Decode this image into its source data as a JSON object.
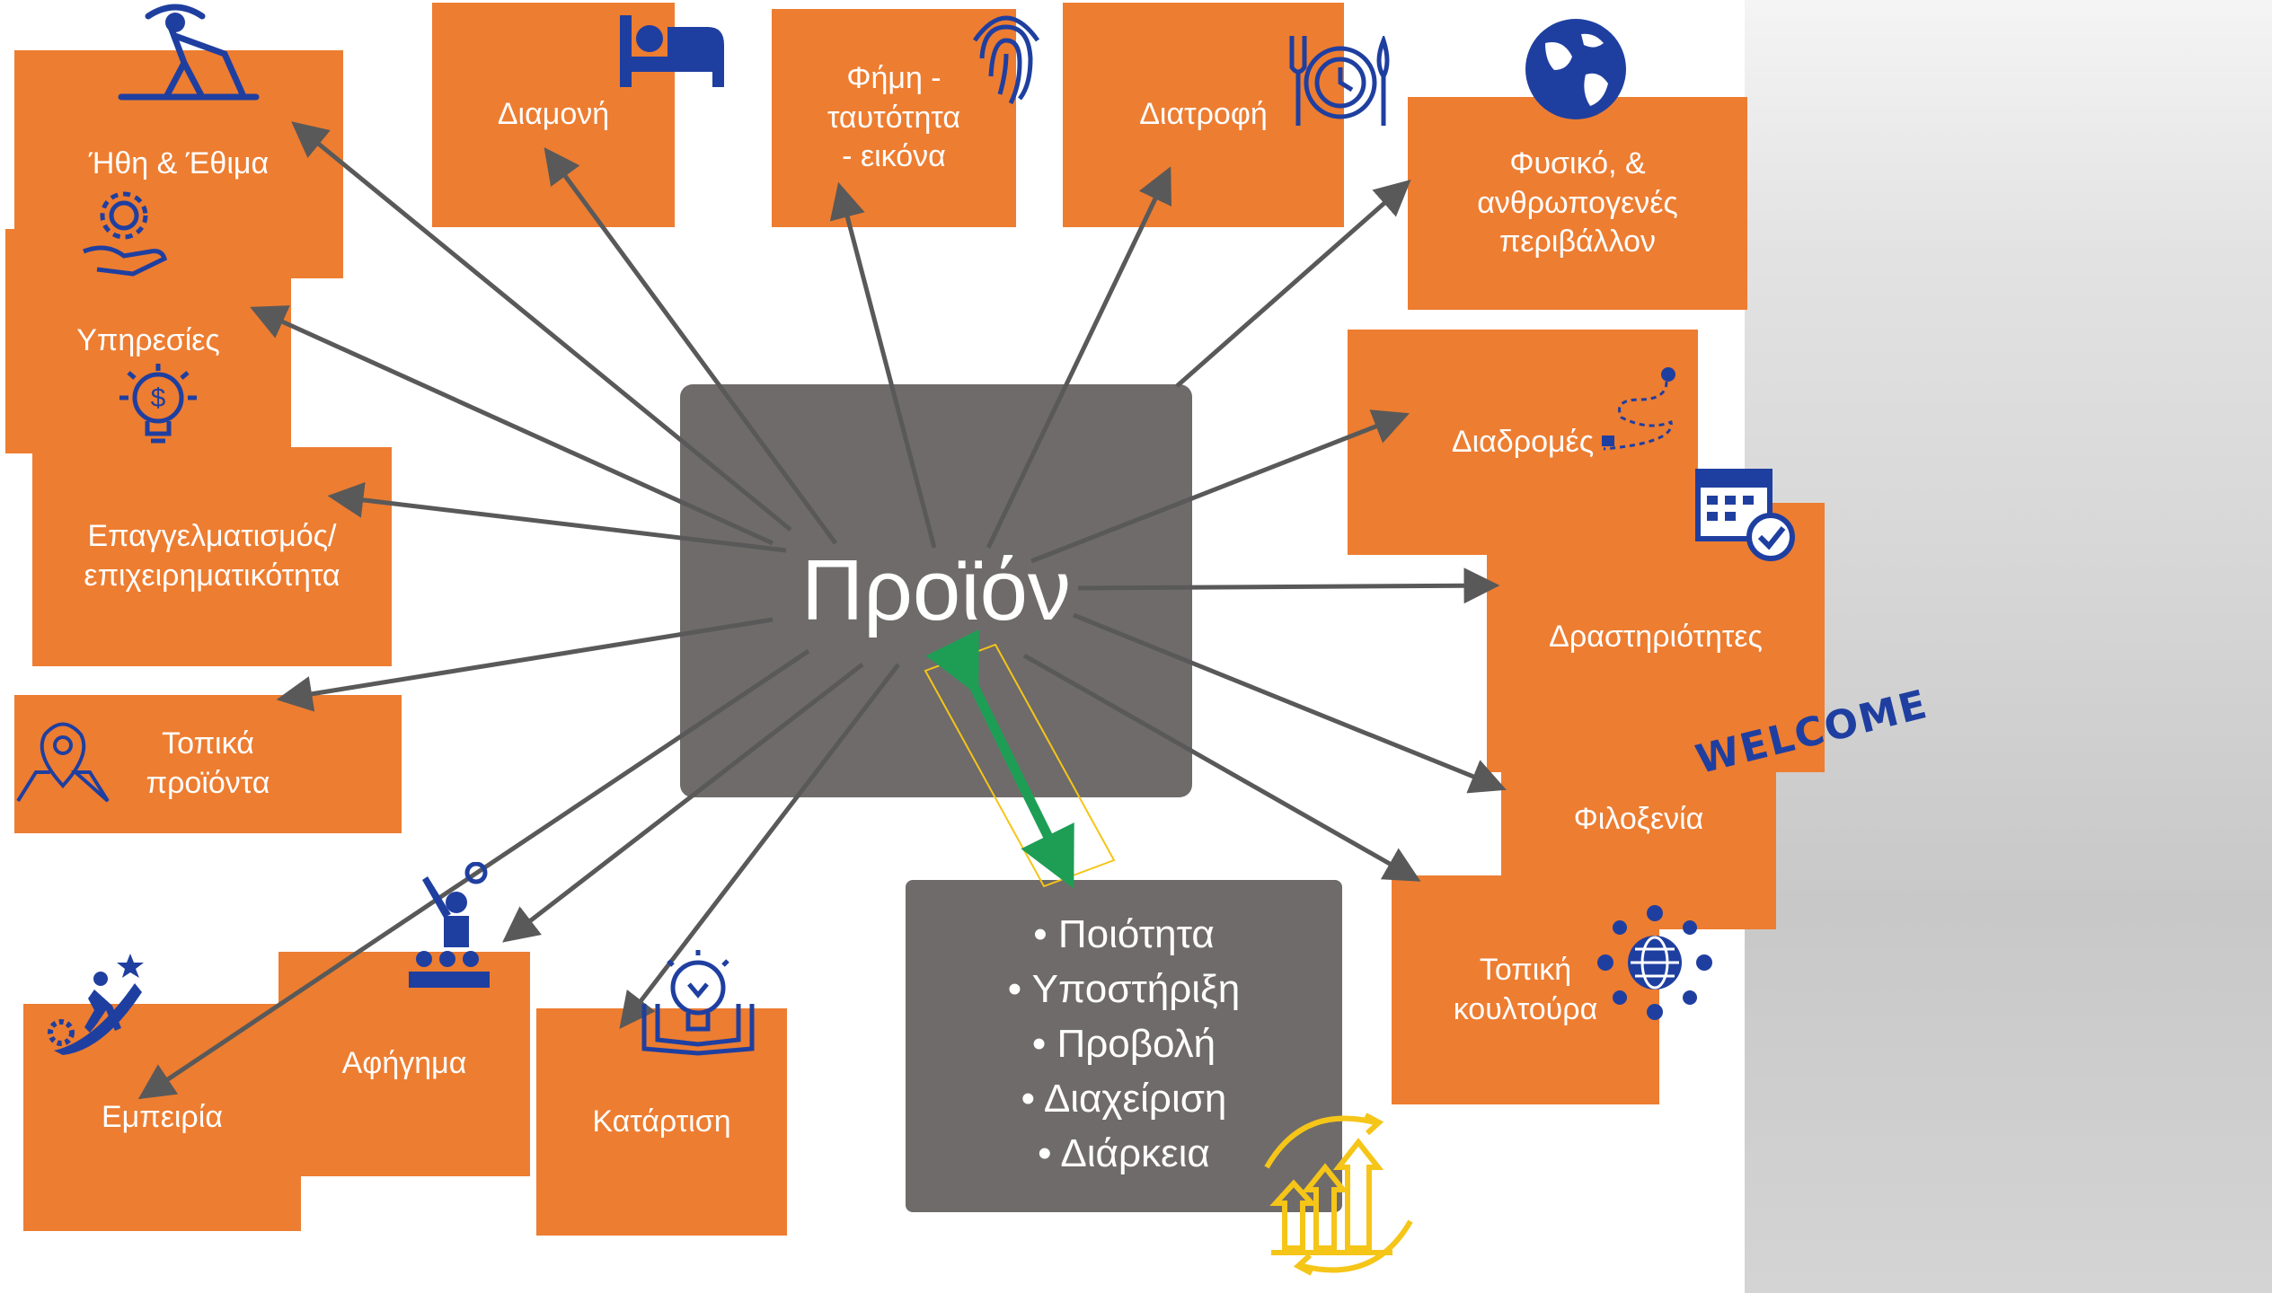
{
  "center": {
    "label": "Προϊόν"
  },
  "boxes": {
    "ithi": "Ήθη & Έθιμα",
    "diamoni": "Διαμονή",
    "fimi": "Φήμη -\nταυτότητα\n- εικόνα",
    "diatrofi": "Διατροφή",
    "perivallon": "Φυσικό, &\nανθρωπογενές\nπεριβάλλον",
    "ypiresies": "Υπηρεσίες",
    "epaggelmatismos": "Επαγγελματισμός/\nεπιχειρηματικότητα",
    "topika": "Τοπικά\nπροϊόντα",
    "diadromes": "Διαδρομές",
    "drastiriotites": "Δραστηριότητες",
    "filoxenia": "Φιλοξενία",
    "topiki": "Τοπική\nκουλτούρα",
    "empeiria": "Εμπειρία",
    "afigima": "Αφήγημα",
    "katartisi": "Κατάρτιση"
  },
  "quality_list": [
    "Ποιότητα",
    "Υποστήριξη",
    "Προβολή",
    "Διαχείριση",
    "Διάρκεια"
  ],
  "decor": {
    "welcome": "WELCOME"
  },
  "colors": {
    "box": "#ED7D31",
    "center": "#6F6B6A",
    "arrow": "#595959",
    "icon": "#1F3FA0",
    "green_arrow": "#1E9E55",
    "gold": "#F5C518"
  },
  "icons": [
    "farmer-icon",
    "bed-icon",
    "fingerprint-icon",
    "dining-icon",
    "globe-icon",
    "gear-hand-icon",
    "money-bulb-icon",
    "map-pin-icon",
    "route-icon",
    "calendar-check-icon",
    "network-globe-icon",
    "climber-icon",
    "speaker-icon",
    "book-bulb-icon",
    "growth-cycle-icon"
  ]
}
